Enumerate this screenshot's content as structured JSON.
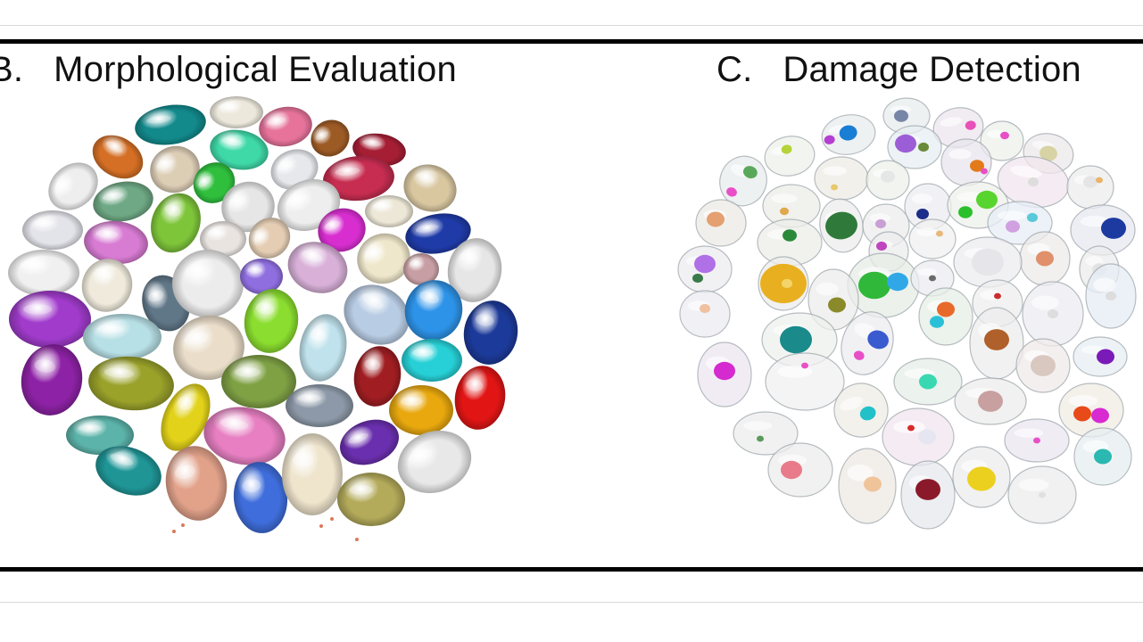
{
  "panels": [
    {
      "letter": "B.",
      "title": "Morphological Evaluation"
    },
    {
      "letter": "C.",
      "title": "Damage Detection"
    }
  ],
  "colors": {
    "frame": "#000000",
    "background": "#ffffff",
    "ghost_fill": "#e9ecef"
  }
}
